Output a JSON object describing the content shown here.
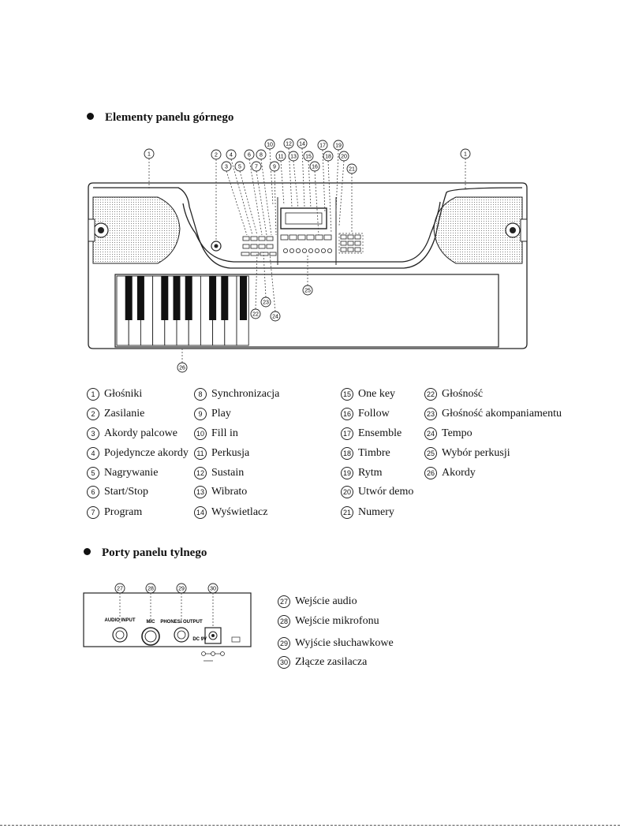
{
  "top_heading": "Elementy panelu górnego",
  "rear_heading": "Porty panelu tylnego",
  "callouts_top": [
    "1",
    "2",
    "3",
    "4",
    "5",
    "6",
    "7",
    "8",
    "9",
    "10",
    "11",
    "12",
    "13",
    "14",
    "15",
    "16",
    "17",
    "18",
    "19",
    "20",
    "21",
    "22",
    "23",
    "24",
    "25",
    "26"
  ],
  "legend_top": [
    {
      "n": "1",
      "label": "Głośniki"
    },
    {
      "n": "2",
      "label": "Zasilanie"
    },
    {
      "n": "3",
      "label": "Akordy palcowe"
    },
    {
      "n": "4",
      "label": "Pojedyncze akordy"
    },
    {
      "n": "5",
      "label": "Nagrywanie"
    },
    {
      "n": "6",
      "label": "Start/Stop"
    },
    {
      "n": "7",
      "label": "Program"
    },
    {
      "n": "8",
      "label": "Synchronizacja"
    },
    {
      "n": "9",
      "label": "Play"
    },
    {
      "n": "10",
      "label": "Fill in"
    },
    {
      "n": "11",
      "label": "Perkusja"
    },
    {
      "n": "12",
      "label": "Sustain"
    },
    {
      "n": "13",
      "label": "Wibrato"
    },
    {
      "n": "14",
      "label": "Wyświetlacz"
    },
    {
      "n": "15",
      "label": "One key"
    },
    {
      "n": "16",
      "label": "Follow"
    },
    {
      "n": "17",
      "label": "Ensemble"
    },
    {
      "n": "18",
      "label": "Timbre"
    },
    {
      "n": "19",
      "label": "Rytm"
    },
    {
      "n": "20",
      "label": "Utwór demo"
    },
    {
      "n": "21",
      "label": "Numery"
    },
    {
      "n": "22",
      "label": "Głośność"
    },
    {
      "n": "23",
      "label": "Głośność akompaniamentu"
    },
    {
      "n": "24",
      "label": "Tempo"
    },
    {
      "n": "25",
      "label": "Wybór perkusji"
    },
    {
      "n": "26",
      "label": "Akordy"
    }
  ],
  "rear_ports": [
    "AUDIO INPUT",
    "MIC",
    "PHONES/ OUTPUT",
    "DC 9V"
  ],
  "legend_rear": [
    {
      "n": "27",
      "label": "Wejście audio"
    },
    {
      "n": "28",
      "label": "Wejście mikrofonu"
    },
    {
      "n": "29",
      "label": "Wyjście słuchawkowe"
    },
    {
      "n": "30",
      "label": "Złącze zasilacza"
    }
  ]
}
